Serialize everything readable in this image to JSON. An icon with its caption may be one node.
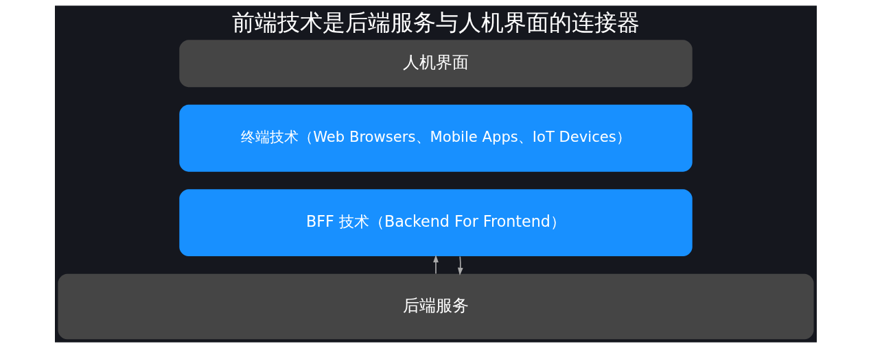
{
  "diagram": {
    "title": "前端技术是后端服务与人机界面的连接器",
    "nodes": [
      {
        "text": [
          "人机界面"
        ]
      },
      {
        "text": [
          "终端技术（Web Browsers、Mobile Apps、IoT Devices）"
        ]
      },
      {
        "text": [
          "BFF 技术（Backend For Frontend）"
        ]
      },
      {
        "text": [
          "后端服务"
        ]
      }
    ],
    "edges": [
      {
        "from": 3,
        "to": 2,
        "arrow": "to"
      },
      {
        "from": 2,
        "to": 3,
        "arrow": "to"
      }
    ]
  }
}
